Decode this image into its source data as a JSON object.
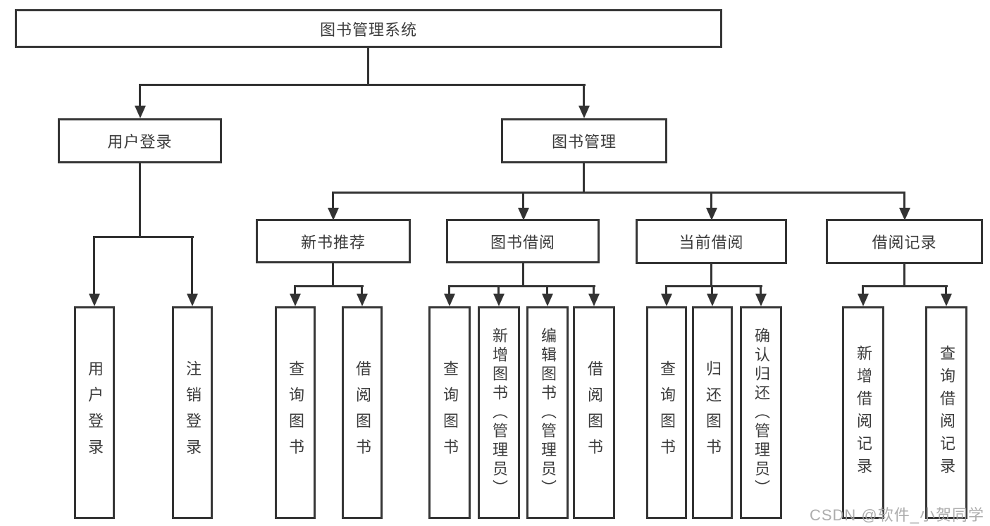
{
  "diagram": {
    "title": "图书管理系统",
    "root": {
      "label": "图书管理系统"
    },
    "level2": [
      {
        "label": "用户登录"
      },
      {
        "label": "图书管理"
      }
    ],
    "level3": [
      {
        "label": "新书推荐"
      },
      {
        "label": "图书借阅"
      },
      {
        "label": "当前借阅"
      },
      {
        "label": "借阅记录"
      }
    ],
    "leaves": {
      "user": [
        {
          "label": "用户登录"
        },
        {
          "label": "注销登录"
        }
      ],
      "newbook": [
        {
          "label": "查询图书"
        },
        {
          "label": "借阅图书"
        }
      ],
      "borrow": [
        {
          "label": "查询图书"
        },
        {
          "label": "新增图书（管理员）"
        },
        {
          "label": "编辑图书（管理员）"
        },
        {
          "label": "借阅图书"
        }
      ],
      "current": [
        {
          "label": "查询图书"
        },
        {
          "label": "归还图书"
        },
        {
          "label": "确认归还（管理员）"
        }
      ],
      "record": [
        {
          "label": "新增借阅记录"
        },
        {
          "label": "查询借阅记录"
        }
      ]
    }
  },
  "watermark": "CSDN @软件_小贺同学",
  "colors": {
    "line": "#333333",
    "border": "#363636",
    "text": "#3c3c3c",
    "watermark": "#a4a4a4",
    "background": "#ffffff"
  }
}
